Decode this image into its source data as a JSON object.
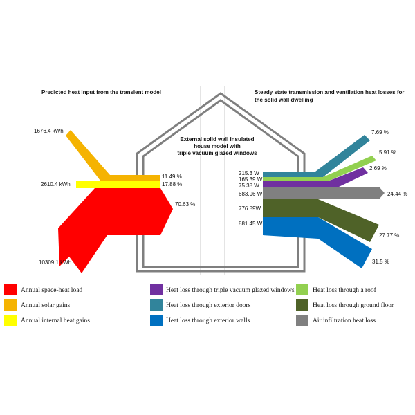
{
  "panels": {
    "left_title": "Predicted heat Input from the transient model",
    "right_title_line1": "Steady state transmission and ventilation heat losses for",
    "right_title_line2": "the solid wall dwelling"
  },
  "house": {
    "line1": "External solid wall insulated",
    "line2": "house model with",
    "line3": "triple vacuum glazed windows"
  },
  "colors": {
    "space_heat": "#ff0000",
    "solar": "#f5b301",
    "internal": "#ffff00",
    "windows": "#7030a0",
    "doors": "#31849b",
    "walls": "#0070c0",
    "roof": "#92d050",
    "ground": "#4f6228",
    "infiltration": "#808080",
    "house_outline": "#7f7f7f"
  },
  "inputs": {
    "solar_kwh": "1676.4 kWh",
    "internal_kwh": "2610.4 kWh",
    "space_kwh": "10309.1 kWh",
    "solar_pct": "11.49 %",
    "internal_pct": "17.88 %",
    "space_pct": "70.63 %"
  },
  "losses": {
    "doors_w": "215.3 W",
    "roof_w": "165.39 W",
    "windows_w": "75.38 W",
    "infiltration_w": "683.96 W",
    "ground_w": "776.89W",
    "walls_w": "881.45 W",
    "doors_pct": "7.69 %",
    "roof_pct": "5.91 %",
    "windows_pct": "2.69 %",
    "infiltration_pct": "24.44 %",
    "ground_pct": "27.77 %",
    "walls_pct": "31.5 %"
  },
  "legend": [
    {
      "label": "Annual space-heat load",
      "color": "#ff0000"
    },
    {
      "label": "Heat loss through triple vacuum glazed windows",
      "color": "#7030a0"
    },
    {
      "label": "Heat loss through a roof",
      "color": "#92d050"
    },
    {
      "label": "Annual solar gains",
      "color": "#f5b301"
    },
    {
      "label": "Heat loss through exterior doors",
      "color": "#31849b"
    },
    {
      "label": "Heat loss through ground floor",
      "color": "#4f6228"
    },
    {
      "label": "Annual internal heat gains",
      "color": "#ffff00"
    },
    {
      "label": "Heat loss through exterior walls",
      "color": "#0070c0"
    },
    {
      "label": "Air infiltration heat loss",
      "color": "#808080"
    }
  ]
}
